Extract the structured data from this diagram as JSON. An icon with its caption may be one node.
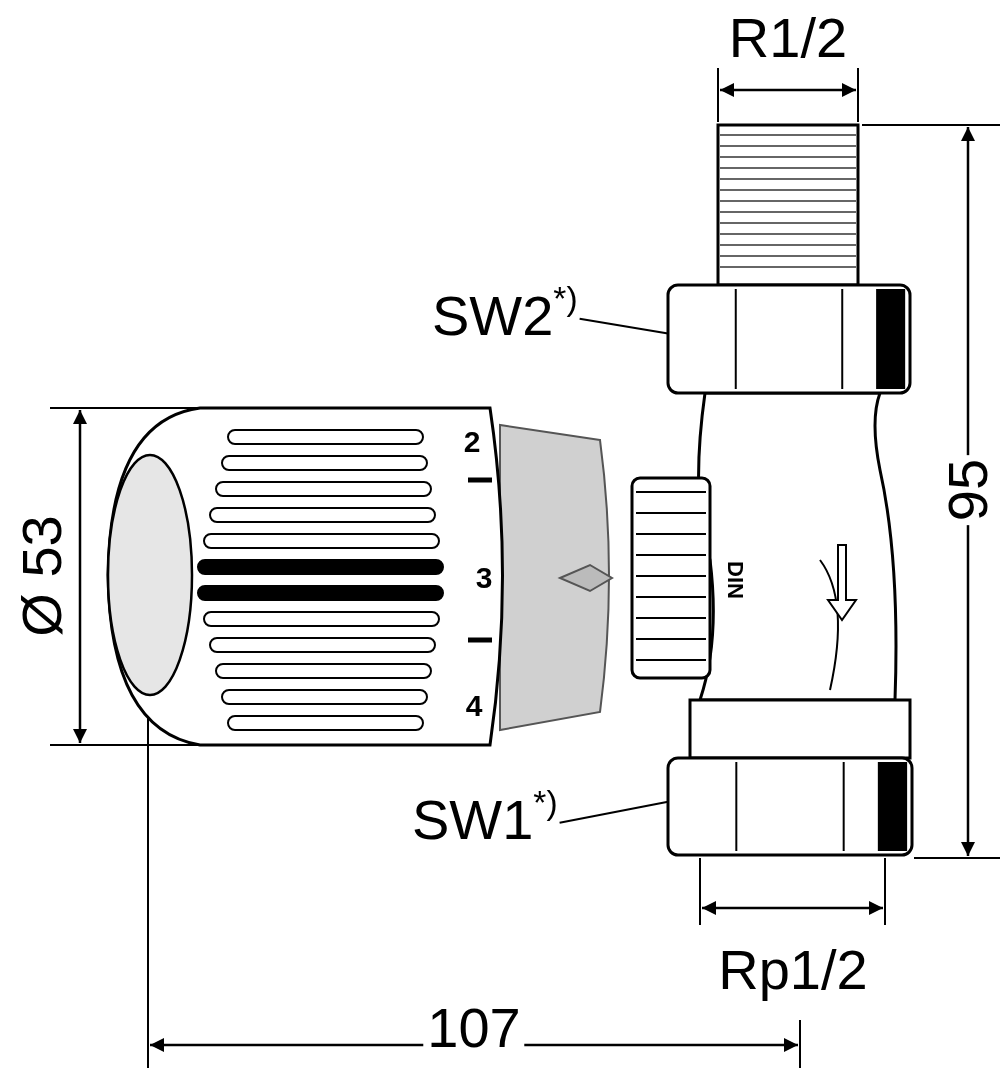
{
  "diagram": {
    "nodes": [
      {
        "text": [
          "SW2$^{*)}$"
        ]
      },
      {
        "text": [],
        "shape": "picture"
      },
      {
        "text": [
          "SW1$^{*)}$"
        ]
      },
      {
        "text": [],
        "shape": "picture"
      }
    ],
    "edges": [
      {
        "from": 0,
        "to": 1,
        "arrow": "none"
      },
      {
        "from": 2,
        "to": 3,
        "arrow": "none"
      }
    ],
    "labels": [
      "R1/2",
      "Ø 53",
      "2",
      "3",
      "DIN",
      "95",
      "4",
      "Rp1/2",
      "107"
    ]
  }
}
